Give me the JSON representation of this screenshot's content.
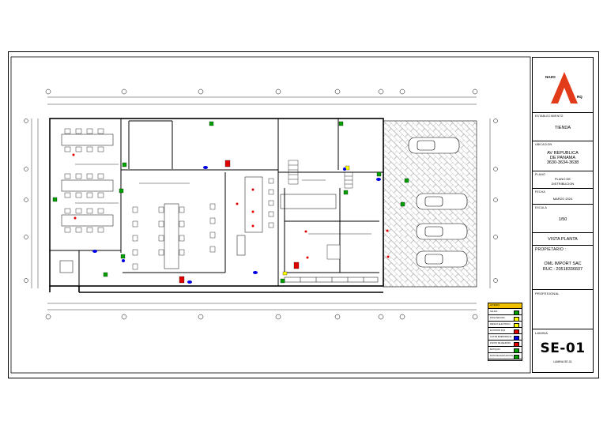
{
  "title_block": {
    "logo_text_top": "NAZO",
    "logo_text_bottom": "RQ",
    "project_label": "ESTABLECIMIENTO",
    "project_value": "TIENDA",
    "location_label": "UBICACION",
    "location_lines": [
      "AV REPUBLICA",
      "DE PANAMA",
      "3630-3634-3638"
    ],
    "plan_label": "PLANO",
    "plan_lines": [
      "PLANO DE",
      "DISTRIBUCION"
    ],
    "date_label": "FECHA",
    "date_value": "MARZO 2024",
    "scale_label": "ESCALA",
    "scale_value": "1/50",
    "view_value": "VISTA PLANTA",
    "owner_label": "PROPIETARIO :",
    "owner_lines": [
      "OML IMPORT SAC",
      "RUC : 20518336607"
    ],
    "professional_label": "PROFESIONAL",
    "sheet_label": "LAMINA",
    "sheet_code": "SE-01",
    "sheet_footer": "LAMINA SE-01"
  },
  "legend": {
    "title": "LEYENDA",
    "rows": [
      {
        "text": "SALIDA",
        "color": "#00a000"
      },
      {
        "text": "ZONA SEGURA",
        "color": "#ffff00"
      },
      {
        "text": "RIESGO ELECTRICO",
        "color": "#ffff00"
      },
      {
        "text": "EXTINTOR PQS",
        "color": "#e00000"
      },
      {
        "text": "LUZ DE EMERGENCIA",
        "color": "#0000e0"
      },
      {
        "text": "PUNTO DE REUNION",
        "color": "#e00000"
      },
      {
        "text": "BOTIQUIN",
        "color": "#00a000"
      },
      {
        "text": "RUTA DE EVACUACION",
        "color": "#00a000"
      }
    ]
  },
  "colors": {
    "line": "#000000",
    "exit_sign": "#00a000",
    "extinguisher": "#e00000",
    "emergency_light": "#0000e0",
    "warning": "#ffff00"
  }
}
